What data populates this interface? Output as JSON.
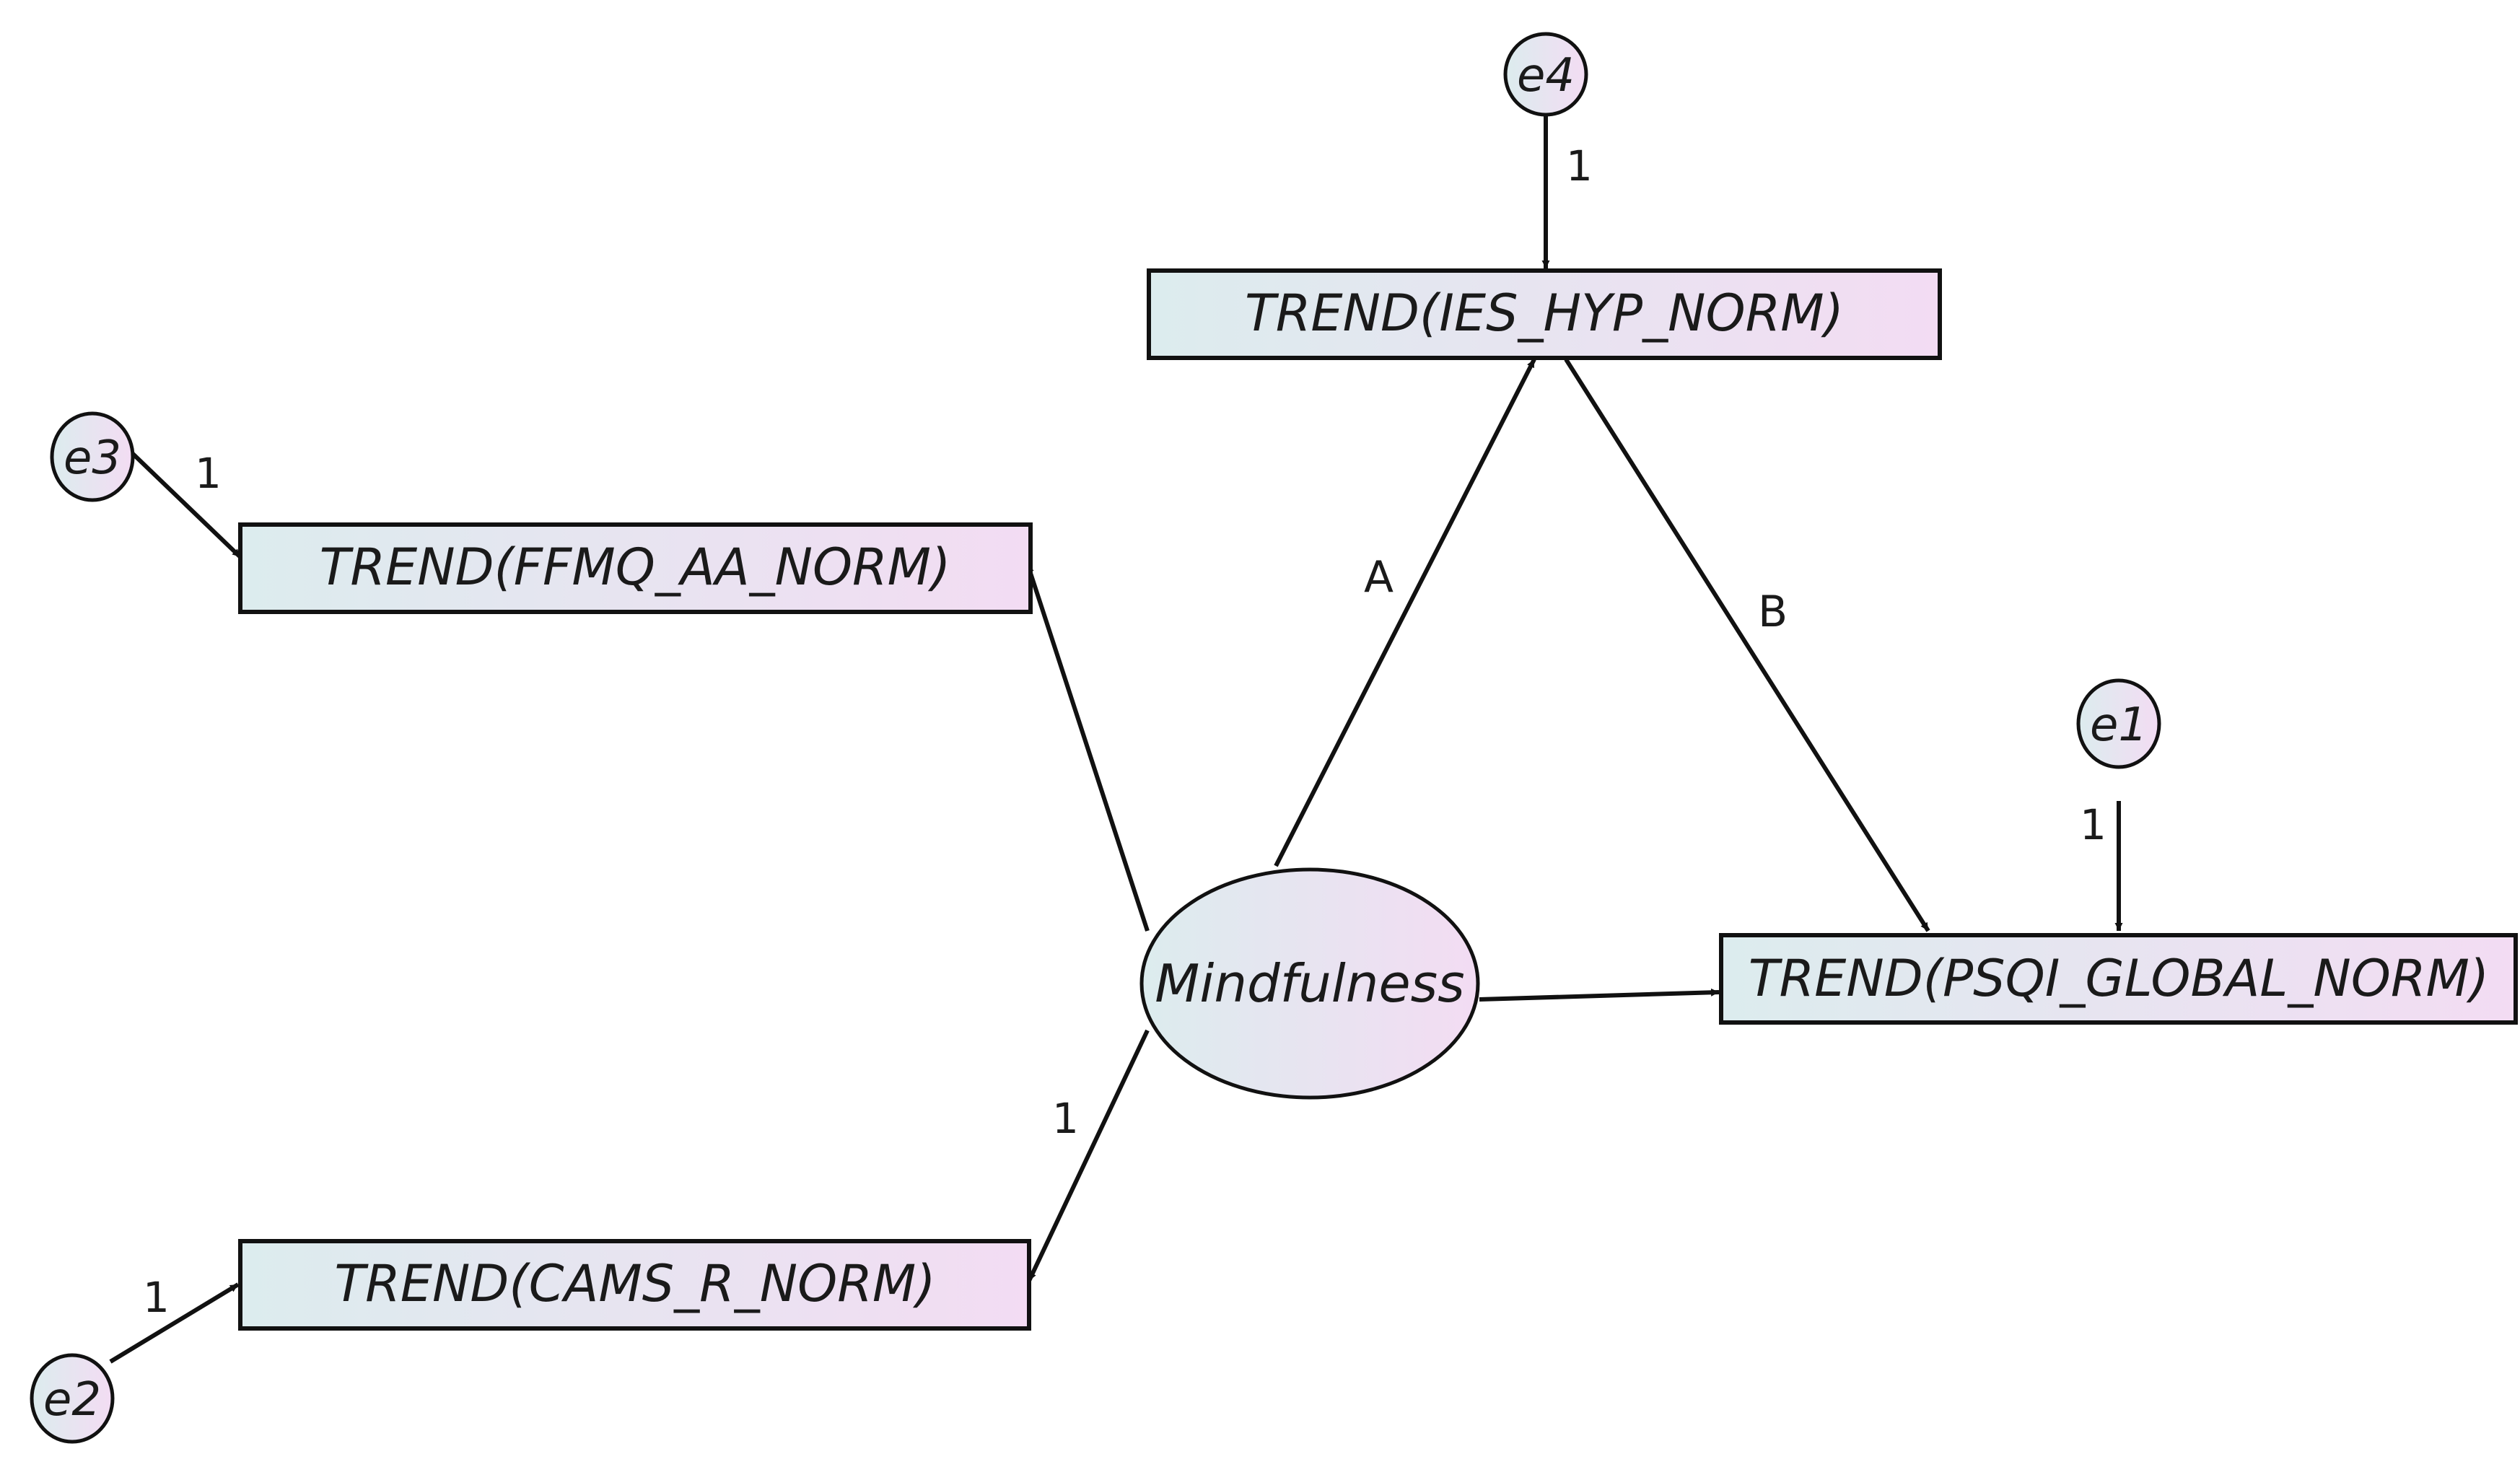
{
  "nodes": {
    "e4": "e4",
    "e3": "e3",
    "e2": "e2",
    "e1": "e1",
    "mindfulness": "Mindfulness",
    "ies_hyp": "TREND(IES_HYP_NORM)",
    "ffmq_aa": "TREND(FFMQ_AA_NORM)",
    "cams_r": "TREND(CAMS_R_NORM)",
    "psqi_global": "TREND(PSQI_GLOBAL_NORM)"
  },
  "edge_labels": {
    "e4_to_ies": "1",
    "e3_to_ffmq": "1",
    "e2_to_cams": "1",
    "e1_to_psqi": "1",
    "mind_to_cams": "1",
    "path_a": "A",
    "path_b": "B"
  },
  "colors": {
    "fill_left": "#dcecee",
    "fill_right": "#f3dcf3",
    "stroke": "#111111"
  }
}
